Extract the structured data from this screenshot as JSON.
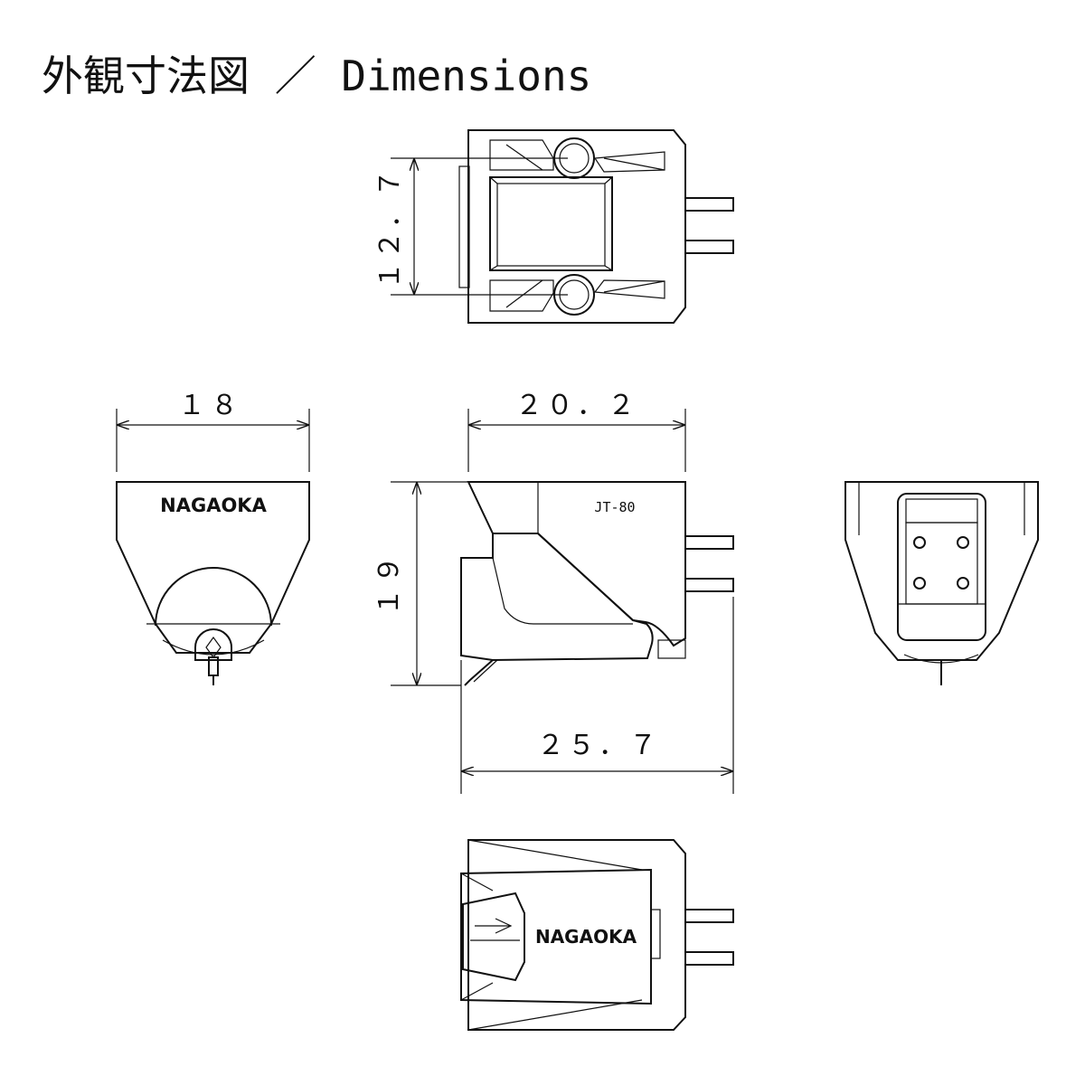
{
  "title": "外観寸法図 ／ Dimensions",
  "dimensions": {
    "top_view_pin_spacing": "１２．７",
    "front_width": "１８",
    "side_body_length": "２０．２",
    "side_height": "１９",
    "side_overall_length": "２５．７"
  },
  "labels": {
    "brand_front": "NAGAOKA",
    "brand_bottom": "NAGAOKA",
    "model": "JT-80"
  }
}
